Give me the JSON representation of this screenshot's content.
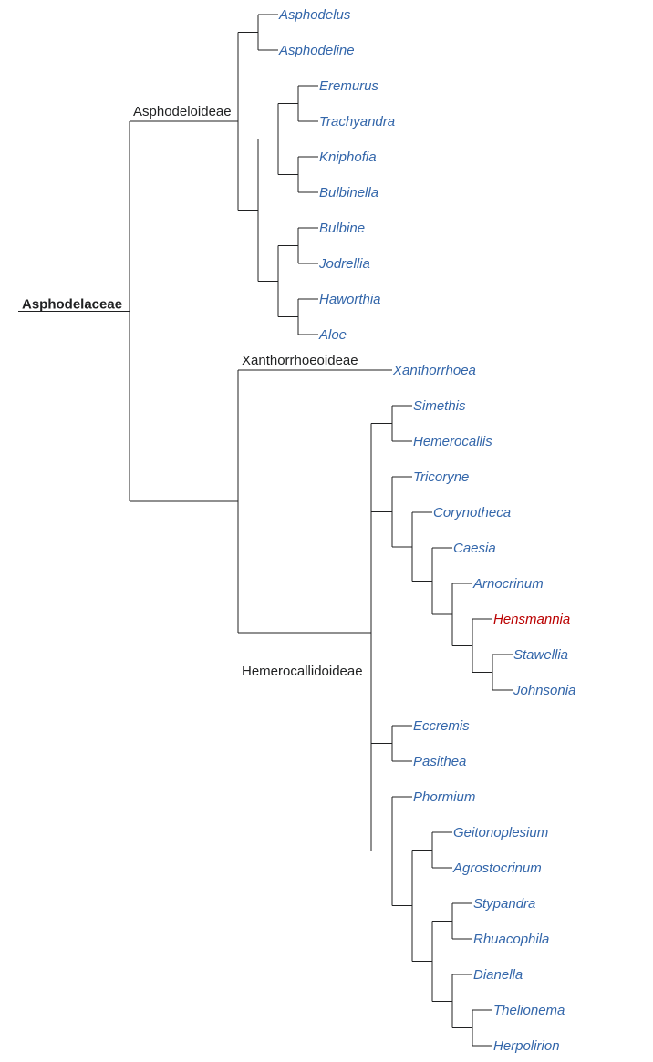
{
  "colors": {
    "taxon": "#3366aa",
    "highlight": "#ba0000",
    "line": "#202122"
  },
  "tree": {
    "label": "Asphodelaceae",
    "children": [
      {
        "label": "Asphodeloideae",
        "children": [
          {
            "children": [
              {
                "label": "Asphodelus"
              },
              {
                "label": "Asphodeline"
              }
            ]
          },
          {
            "children": [
              {
                "children": [
                  {
                    "children": [
                      {
                        "label": "Eremurus"
                      },
                      {
                        "label": "Trachyandra"
                      }
                    ]
                  },
                  {
                    "children": [
                      {
                        "label": "Kniphofia"
                      },
                      {
                        "label": "Bulbinella"
                      }
                    ]
                  }
                ]
              },
              {
                "children": [
                  {
                    "children": [
                      {
                        "label": "Bulbine"
                      },
                      {
                        "label": "Jodrellia"
                      }
                    ]
                  },
                  {
                    "children": [
                      {
                        "label": "Haworthia"
                      },
                      {
                        "label": "Aloe"
                      }
                    ]
                  }
                ]
              }
            ]
          }
        ]
      },
      {
        "children": [
          {
            "label": "Xanthorrhoeoideae",
            "children": [
              {
                "label": "Xanthorrhoea"
              }
            ]
          },
          {
            "label": "Hemerocallidoideae",
            "children": [
              {
                "children": [
                  {
                    "children": [
                      {
                        "label": "Simethis"
                      },
                      {
                        "label": "Hemerocallis"
                      }
                    ]
                  },
                  {
                    "children": [
                      {
                        "label": "Tricoryne"
                      },
                      {
                        "children": [
                          {
                            "label": "Corynotheca"
                          },
                          {
                            "children": [
                              {
                                "label": "Caesia"
                              },
                              {
                                "children": [
                                  {
                                    "label": "Arnocrinum"
                                  },
                                  {
                                    "children": [
                                      {
                                        "label": "Hensmannia",
                                        "highlight": true
                                      },
                                      {
                                        "children": [
                                          {
                                            "label": "Stawellia"
                                          },
                                          {
                                            "label": "Johnsonia"
                                          }
                                        ]
                                      }
                                    ]
                                  }
                                ]
                              }
                            ]
                          }
                        ]
                      }
                    ]
                  }
                ]
              },
              {
                "children": [
                  {
                    "children": [
                      {
                        "label": "Eccremis"
                      },
                      {
                        "label": "Pasithea"
                      }
                    ]
                  },
                  {
                    "children": [
                      {
                        "label": "Phormium"
                      },
                      {
                        "children": [
                          {
                            "children": [
                              {
                                "label": "Geitonoplesium"
                              },
                              {
                                "label": "Agrostocrinum"
                              }
                            ]
                          },
                          {
                            "children": [
                              {
                                "children": [
                                  {
                                    "label": "Stypandra"
                                  },
                                  {
                                    "label": "Rhuacophila"
                                  }
                                ]
                              },
                              {
                                "children": [
                                  {
                                    "label": "Dianella"
                                  },
                                  {
                                    "children": [
                                      {
                                        "label": "Thelionema"
                                      },
                                      {
                                        "label": "Herpolirion"
                                      }
                                    ]
                                  }
                                ]
                              }
                            ]
                          }
                        ]
                      }
                    ]
                  }
                ]
              }
            ]
          }
        ]
      }
    ]
  }
}
